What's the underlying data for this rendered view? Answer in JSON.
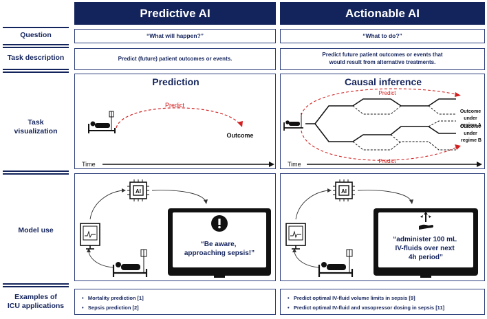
{
  "columns": {
    "predictive": "Predictive AI",
    "actionable": "Actionable AI"
  },
  "rows": {
    "question": "Question",
    "task_description": "Task description",
    "task_visualization": [
      "Task",
      "visualization"
    ],
    "model_use": "Model use",
    "examples": [
      "Examples of",
      "ICU applications"
    ]
  },
  "question": {
    "predictive": "“What will happen?”",
    "actionable": "“What to do?”"
  },
  "task_description": {
    "predictive": "Predict (future) patient outcomes or events.",
    "actionable": [
      "Predict future patient outcomes or events that",
      "would result from alternative treatments."
    ]
  },
  "visualization": {
    "predictive": {
      "title": "Prediction",
      "predict_label": "Predict",
      "outcome_label": "Outcome",
      "time_label": "Time"
    },
    "actionable": {
      "title": "Causal inference",
      "predict_top": "Predict",
      "predict_bottom": "Predict",
      "outcome_a": [
        "Outcome",
        "under",
        "regime A"
      ],
      "outcome_b": [
        "Outcome",
        "under",
        "regime B"
      ],
      "time_label": "Time"
    }
  },
  "model_use": {
    "ai_chip_label": "AI",
    "predictive_message": [
      "“Be aware,",
      "approaching sepsis!”"
    ],
    "actionable_message": [
      "“administer 100 mL",
      "IV-fluids over next",
      "4h period”"
    ]
  },
  "examples": {
    "predictive": [
      "Mortality prediction [1]",
      "Sepsis prediction [2]"
    ],
    "actionable": [
      "Predict optimal IV-fluid volume limits in sepsis [9]",
      "Predict optimal IV-fluid and vasopressor dosing in sepsis [11]"
    ]
  },
  "colors": {
    "navy": "#13235b",
    "predict_red": "#d22020"
  }
}
